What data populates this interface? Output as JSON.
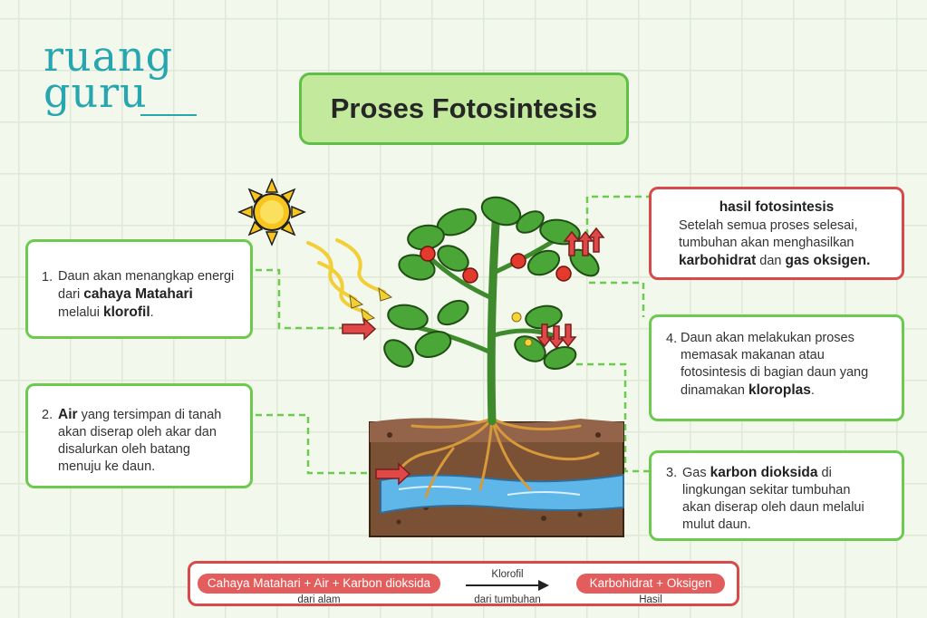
{
  "logo": {
    "line1": "ruang",
    "line2": "guru"
  },
  "title": "Proses Fotosintesis",
  "cards": {
    "step1": {
      "number": "1.",
      "t1": "Daun akan menangkap energi",
      "t2a": "dari ",
      "t2b": "cahaya Matahari",
      "t3a": "melalui ",
      "t3b": "klorofil",
      "t3c": "."
    },
    "step2": {
      "number": "2.",
      "t1a": "Air",
      "t1b": " yang tersimpan di tanah",
      "t2": "akan diserap oleh akar dan",
      "t3": "disalurkan oleh batang",
      "t4": "menuju ke daun."
    },
    "step3": {
      "number": "3.",
      "t1a": "Gas ",
      "t1b": "karbon dioksida",
      "t1c": " di",
      "t2": "lingkungan sekitar tumbuhan",
      "t3": "akan diserap oleh daun melalui",
      "t4": "mulut daun."
    },
    "step4": {
      "number": "4.",
      "t1": "Daun akan melakukan proses",
      "t2": "memasak makanan atau",
      "t3": "fotosintesis di bagian daun yang",
      "t4a": "dinamakan ",
      "t4b": "kloroplas",
      "t4c": "."
    },
    "result": {
      "title": "hasil fotosintesis",
      "t1": "Setelah semua proses selesai,",
      "t2": "tumbuhan akan menghasilkan",
      "t3a": "karbohidrat",
      "t3b": " dan ",
      "t3c": "gas oksigen."
    }
  },
  "equation": {
    "inputs": "Cahaya Matahari + Air + Karbon dioksida",
    "inputs_sub": "dari alam",
    "catalyst": "Klorofil",
    "catalyst_sub": "dari tumbuhan",
    "outputs": "Karbohidrat + Oksigen",
    "outputs_sub": "Hasil"
  },
  "colors": {
    "green_border": "#6ccb4e",
    "red_border": "#d84a4a",
    "title_fill": "#c3ea9c",
    "logo": "#27a6b0",
    "pill": "#e35d5d"
  }
}
